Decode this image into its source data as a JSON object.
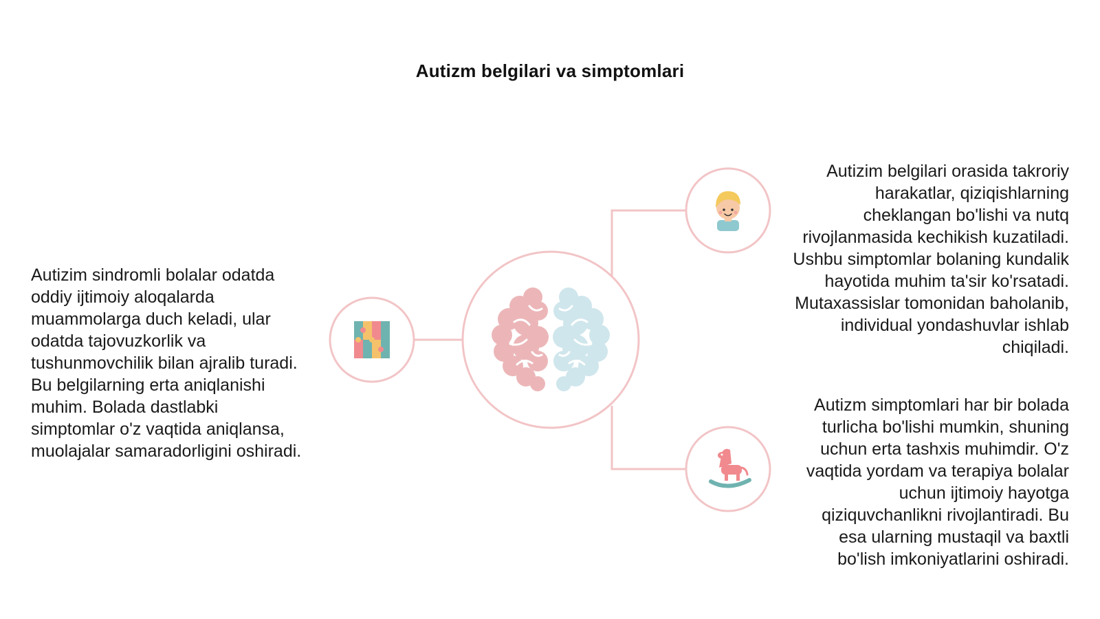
{
  "title": "Autizm belgilari va simptomlari",
  "paragraphs": {
    "left": "Autizim sindromli bolalar odatda oddiy ijtimoiy aloqalarda muammolarga duch keladi, ular odatda tajovuzkorlik va tushunmovchilik bilan ajralib turadi. Bu belgilarning erta aniqlanishi muhim. Bolada dastlabki simptomlar o'z vaqtida aniqlansa, muolajalar samaradorligini oshiradi.",
    "right_top": "Autizim belgilari orasida takroriy harakatlar, qiziqishlarning cheklangan bo'lishi va nutq rivojlanmasida kechikish kuzatiladi. Ushbu simptomlar bolaning kundalik hayotida muhim ta'sir ko'rsatadi. Mutaxassislar tomonidan baholanib, individual yondashuvlar ishlab chiqiladi.",
    "right_bottom": "Autizm simptomlari har bir bolada turlicha bo'lishi mumkin, shuning uchun erta tashxis muhimdir. O'z vaqtida yordam va terapiya bolalar uchun ijtimoiy hayotga qiziquvchanlikni rivojlantiradi. Bu esa ularning mustaqil va baxtli bo'lish imkoniyatlarini oshiradi."
  },
  "icons": {
    "center": "brain-icon",
    "left": "puzzle-icon",
    "top_right": "child-face-icon",
    "bottom_right": "rocking-horse-icon"
  },
  "colors": {
    "line": "#f2c4c6",
    "brain_left": "#ecb6b8",
    "brain_right": "#cfe6ec",
    "puzzle_teal": "#6fb3b0",
    "puzzle_pink": "#f08a8e",
    "puzzle_yellow": "#f5c26b",
    "hair": "#f4c95d",
    "skin": "#f7c9a6",
    "shirt": "#8ec9cf",
    "horse_pink": "#f08a8e",
    "horse_teal": "#6fb3b0"
  }
}
